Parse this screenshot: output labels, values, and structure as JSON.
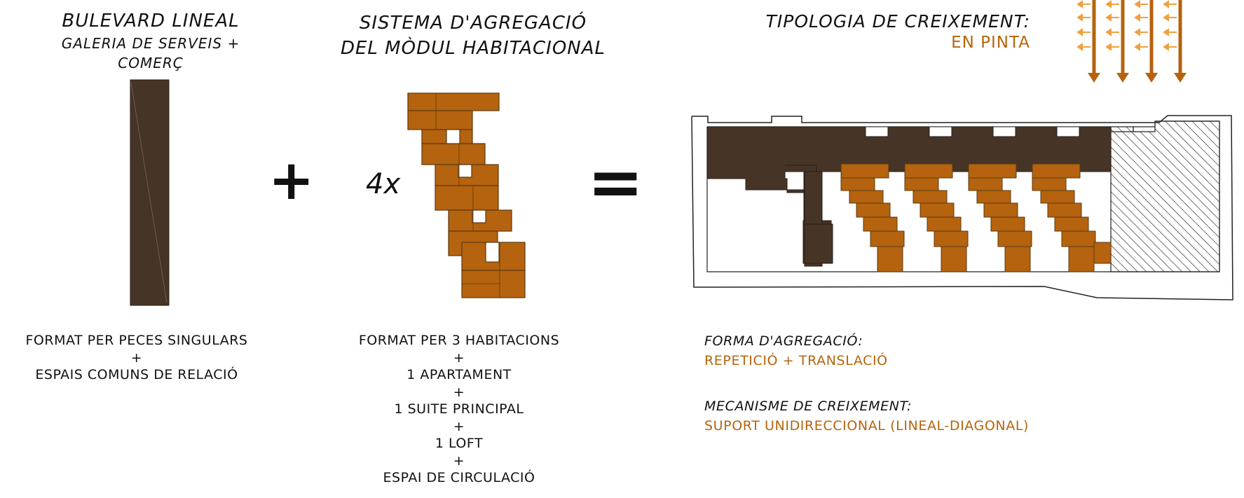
{
  "boulevard": {
    "title": "BULEVARD LINEAL",
    "subtitle": "GALERIA DE SERVEIS + COMERÇ",
    "caption_lines": [
      "FORMAT PER PECES SINGULARS",
      "+",
      "ESPAIS COMUNS DE RELACIÓ"
    ]
  },
  "module": {
    "title_line1": "SISTEMA D'AGREGACIÓ",
    "title_line2": "DEL MÒDUL HABITACIONAL",
    "multiplier": "4x",
    "caption_lines": [
      "FORMAT PER 3 HABITACIONS",
      "+",
      "1 APARTAMENT",
      "+",
      "1 SUITE PRINCIPAL",
      "+",
      "1 LOFT",
      "+",
      "ESPAI DE CIRCULACIÓ"
    ]
  },
  "operators": {
    "plus": "+",
    "equals": "="
  },
  "growth": {
    "title": "TIPOLOGIA DE CREIXEMENT:",
    "type": "EN PINTA",
    "aggregation_label": "FORMA D'AGREGACIÓ:",
    "aggregation_value": "REPETICIÓ + TRANSLACIÓ",
    "mechanism_label": "MECANISME DE CREIXEMENT:",
    "mechanism_value": "SUPORT UNIDIRECCIONAL (LINEAL-DIAGONAL)"
  },
  "colors": {
    "dark_brown": "#463426",
    "orange_brown": "#b5630e",
    "accent_text": "#b5650d",
    "light_orange": "#f0a040"
  }
}
